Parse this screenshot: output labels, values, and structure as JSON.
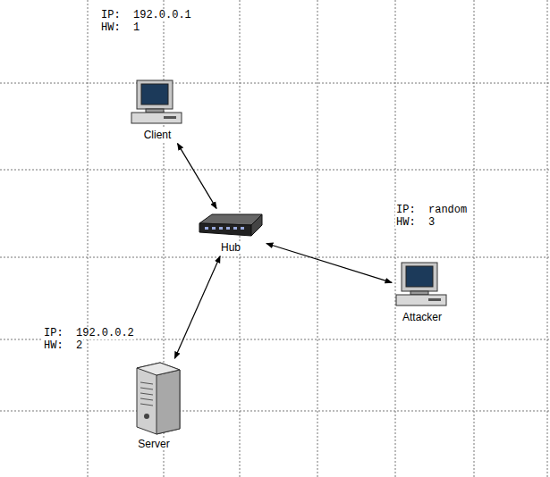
{
  "diagram": {
    "nodes": [
      {
        "text": [
          "Client"
        ]
      },
      {
        "text": [
          "Hub"
        ]
      },
      {
        "text": [
          "Attacker"
        ]
      },
      {
        "text": [
          "Server"
        ]
      }
    ],
    "edges": [
      {
        "from": 0,
        "to": 1,
        "arrow": "both"
      },
      {
        "from": 3,
        "to": 1,
        "arrow": "both"
      },
      {
        "from": 1,
        "to": 2,
        "arrow": "both"
      }
    ],
    "labels": [
      "IP:  192.0.0.1",
      "HW:  1",
      "IP:  random",
      "HW:  3",
      "IP:  192.0.0.2",
      "HW:  2"
    ]
  }
}
